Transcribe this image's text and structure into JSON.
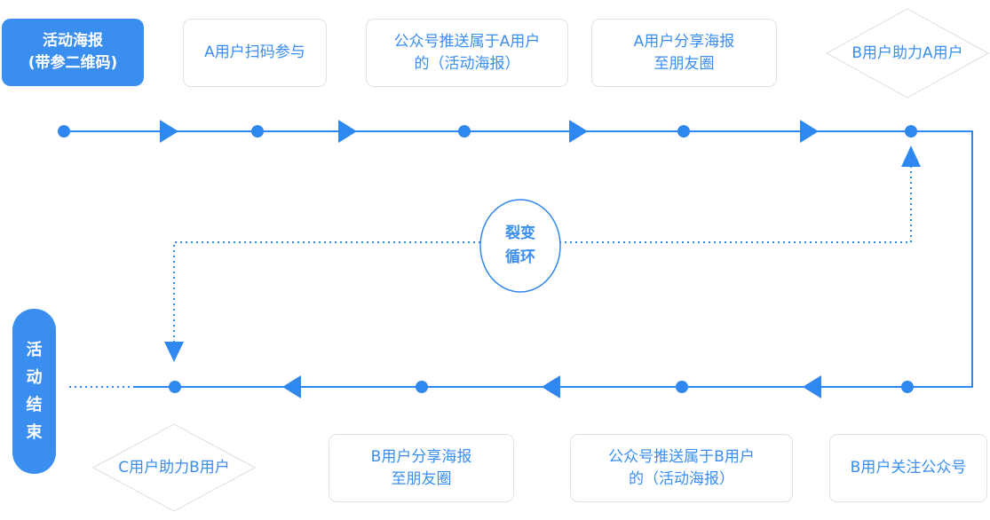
{
  "start": {
    "text": "活动海报\n(带参二维码)"
  },
  "end": {
    "text": "活\n动\n结\n束"
  },
  "top_steps": [
    {
      "text": "A用户扫码参与"
    },
    {
      "text": "公众号推送属于A用户\n的（活动海报）"
    },
    {
      "text": "A用户分享海报\n至朋友圈"
    },
    {
      "text": "B用户助力A用户"
    }
  ],
  "bottom_steps": [
    {
      "text": "C用户助力B用户"
    },
    {
      "text": "B用户分享海报\n至朋友圈"
    },
    {
      "text": "公众号推送属于B用户\n的（活动海报）"
    },
    {
      "text": "B用户关注公众号"
    }
  ],
  "cycle": {
    "text": "裂变\n循环"
  },
  "colors": {
    "accent": "#3a8ef0",
    "line": "#2f87f0",
    "box_border": "#e2e2e2",
    "text_on_accent": "#ffffff"
  }
}
